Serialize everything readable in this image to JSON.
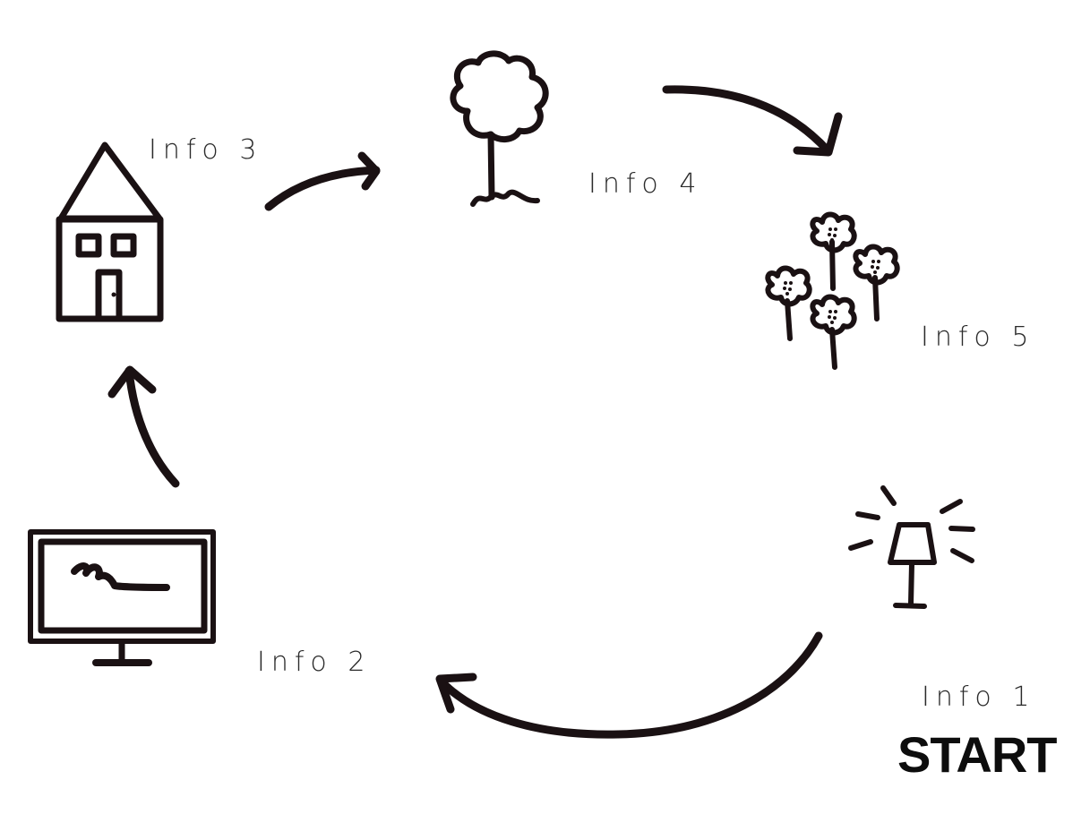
{
  "diagram": {
    "type": "cycle",
    "direction": "clockwise",
    "colors": {
      "ink": "#1a1113",
      "roof": "#e84d1c",
      "house_wall": "#f8f1ea",
      "door": "#2e8fb0",
      "tree_foliage": "#4c8a5f",
      "flower_petal": "#ee8577",
      "lamp_shade": "#f7bd12",
      "screen": "#e8e8e8",
      "monitor_bezel": "#6b6466"
    },
    "steps": [
      {
        "id": 1,
        "label": "Info 1",
        "icon": "lamp-icon",
        "badge": "START"
      },
      {
        "id": 2,
        "label": "Info 2",
        "icon": "monitor-icon"
      },
      {
        "id": 3,
        "label": "Info 3",
        "icon": "house-icon"
      },
      {
        "id": 4,
        "label": "Info 4",
        "icon": "tree-icon"
      },
      {
        "id": 5,
        "label": "Info 5",
        "icon": "flowers-icon"
      }
    ],
    "arrows": [
      {
        "from": 1,
        "to": 2
      },
      {
        "from": 2,
        "to": 3
      },
      {
        "from": 3,
        "to": 4
      },
      {
        "from": 4,
        "to": 5
      }
    ]
  }
}
